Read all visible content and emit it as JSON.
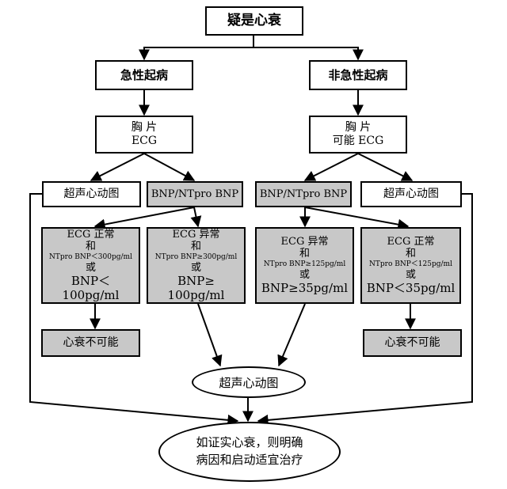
{
  "diagram": {
    "top": "疑是心衰",
    "acute": "急性起病",
    "non_acute": "非急性起病",
    "left_xray": [
      "胸 片",
      "ECG"
    ],
    "right_xray": [
      "胸 片",
      "可能 ECG"
    ],
    "echo_left": "超声心动图",
    "bnp_left": "BNP/NTpro BNP",
    "bnp_right": "BNP/NTpro BNP",
    "echo_right": "超声心动图",
    "box1": [
      "ECG 正常",
      "和",
      "NTpro BNP＜300pg/ml",
      "或",
      "BNP＜ 100pg/ml"
    ],
    "box2": [
      "ECG 异常",
      "和",
      "NTpro BNP≥300pg/ml",
      "或",
      "BNP≥ 100pg/ml"
    ],
    "box3": [
      "ECG 异常",
      "和",
      "NTpro BNP≥125pg/ml",
      "或",
      "BNP≥35pg/ml"
    ],
    "box4": [
      "ECG 正常",
      "和",
      "NTpro BNP＜125pg/ml",
      "或",
      "BNP＜35pg/ml"
    ],
    "hf_unlikely_left": "心衰不可能",
    "hf_unlikely_right": "心衰不可能",
    "echo_center": "超声心动图",
    "final": [
      "如证实心衰，则明确",
      "病因和启动适宜治疗"
    ]
  }
}
